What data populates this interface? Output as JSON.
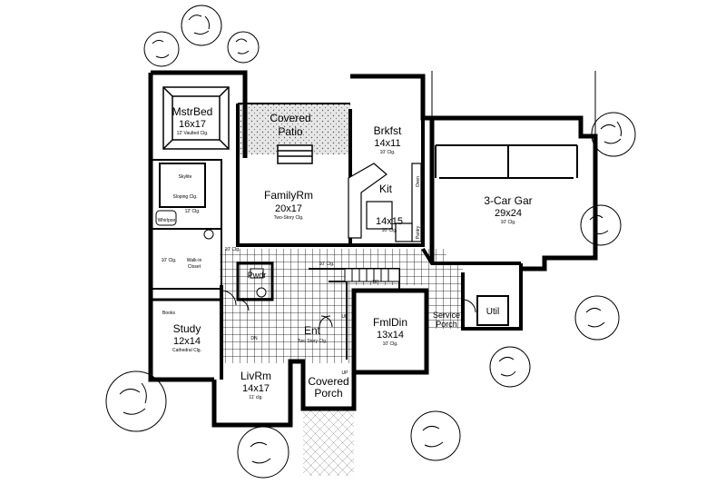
{
  "rooms": {
    "mstrbed": {
      "name": "MstrBed",
      "dims": "16x17",
      "note": "12' Vaulted Clg."
    },
    "patio": {
      "name1": "Covered",
      "name2": "Patio"
    },
    "brkfst": {
      "name": "Brkfst",
      "dims": "14x11",
      "note": "10' Clg."
    },
    "familyrm": {
      "name": "FamilyRm",
      "dims": "20x17",
      "note": "Two-Story Clg."
    },
    "kit": {
      "name": "Kit",
      "dims": "14x15",
      "note": "10' Clg."
    },
    "garage": {
      "name": "3-Car Gar",
      "dims": "29x24",
      "note": "10' Clg."
    },
    "study": {
      "name": "Study",
      "dims": "12x14",
      "note": "Cathedral Clg."
    },
    "livrm": {
      "name": "LivRm",
      "dims": "14x17",
      "note": "11' clg."
    },
    "ent": {
      "name": "Ent",
      "note": "Two Story Clg."
    },
    "fmldin": {
      "name": "FmlDin",
      "dims": "13x14",
      "note": "10' Clg."
    },
    "porch": {
      "name1": "Covered",
      "name2": "Porch"
    },
    "service": {
      "name1": "Service",
      "name2": "Porch"
    },
    "util": {
      "name": "Util"
    },
    "pwdr": {
      "name": "Pwdr"
    }
  },
  "notes": {
    "skylite": "Skylite",
    "sloping": "Sloping Clg.",
    "bath_clg": "12' Clg.",
    "whirlpool": "Whirlpool",
    "walkin1": "Walk-in",
    "walkin2": "Closet",
    "closet_clg": "10' Clg.",
    "hall_clg1": "10' Clg.",
    "hall_clg2": "10' Clg.",
    "books": "Books",
    "up1": "UP",
    "up2": "UP",
    "up3": "UP",
    "dn": "DN",
    "oven": "Oven",
    "pantry": "Pantry"
  },
  "colors": {
    "line": "#000000",
    "fill": "#ffffff",
    "hatch": "#d9d9d9"
  }
}
